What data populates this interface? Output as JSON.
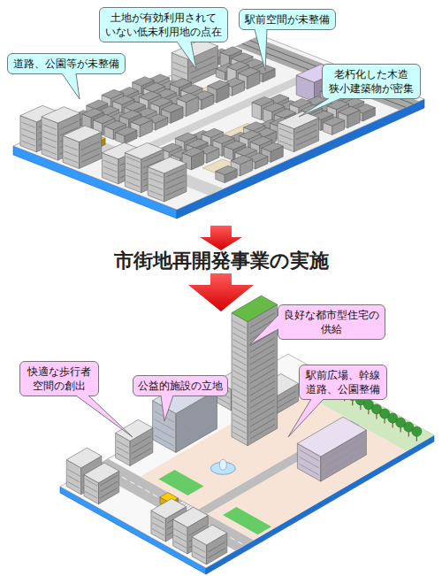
{
  "diagram": {
    "nodes": [
      {
        "text": [
          "土地が有効利用されて いない低未利用地の点在"
        ]
      },
      {
        "text": [
          "駅前空間が未整備"
        ]
      },
      {
        "text": [
          "道路、公園等が未整備"
        ]
      },
      {
        "text": [
          "老朽化した木造 狭小建築物が密集"
        ]
      },
      {
        "text": [
          "良好な都市型住宅の 供給"
        ]
      },
      {
        "text": [
          "快適な歩行者 空間の創出"
        ]
      },
      {
        "text": [
          "公益的施設の立地"
        ]
      },
      {
        "text": [
          "駅前広場、幹線 道路、公園整備"
        ]
      }
    ],
    "labels": [
      "市街地再開発事業の実施"
    ]
  }
}
